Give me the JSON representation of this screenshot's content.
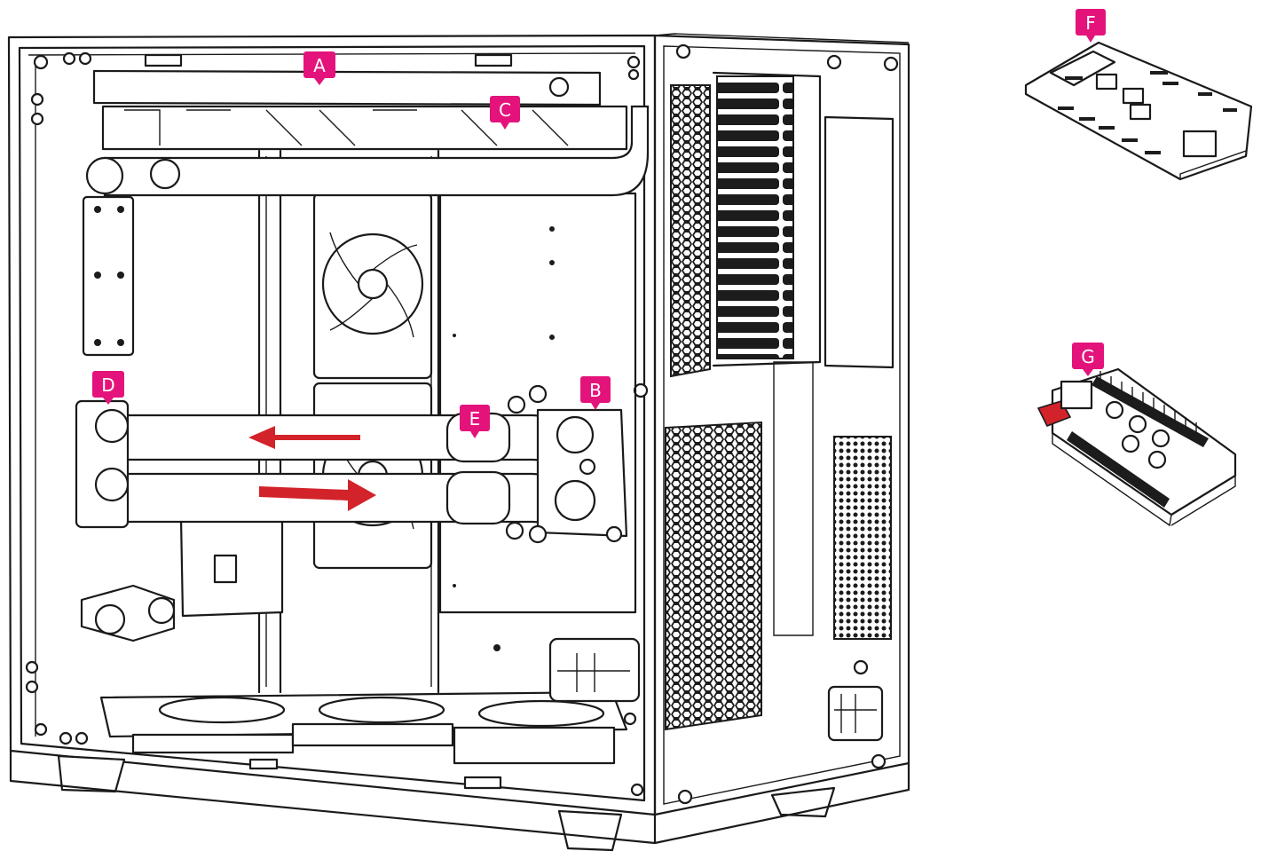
{
  "figure": {
    "callouts": [
      {
        "id": "a",
        "label": "A"
      },
      {
        "id": "b",
        "label": "B"
      },
      {
        "id": "c",
        "label": "C"
      },
      {
        "id": "d",
        "label": "D"
      },
      {
        "id": "e",
        "label": "E"
      },
      {
        "id": "f",
        "label": "F"
      },
      {
        "id": "g",
        "label": "G"
      }
    ],
    "colors": {
      "callout": "#e4137b",
      "flow_arrow": "#d2232a",
      "line": "#1a1a1a"
    },
    "flow_arrows": [
      {
        "id": "return",
        "direction": "left"
      },
      {
        "id": "supply",
        "direction": "right"
      }
    ]
  }
}
